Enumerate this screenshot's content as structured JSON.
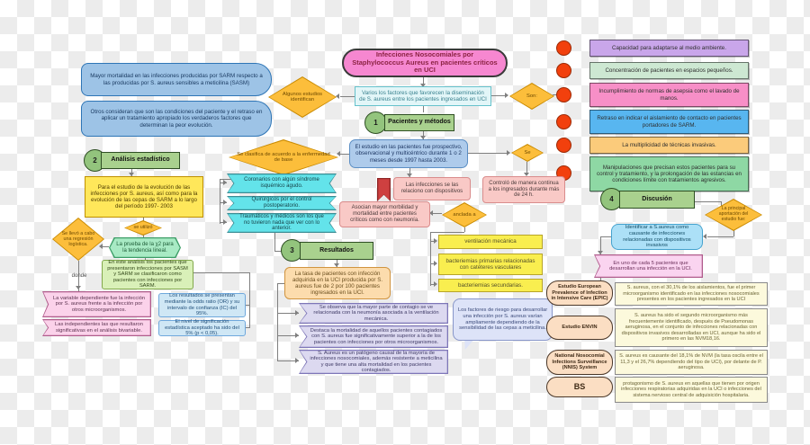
{
  "palette": {
    "diamond_fill": "#fcbe3b",
    "bullet": "#f2400d",
    "section_header": "#a9d18e",
    "title_pink": "#f687d0"
  },
  "title": "Infecciones Nosocomiales por Staphylococcus Aureus en pacientes críticos en UCI",
  "intro": {
    "connector_label": "Algunos estudios identifican",
    "claims": [
      "Mayor mortalidad en las infecciones producidas por SARM respecto a las producidas por S. aureus sensibles a meticilina (SASM)",
      "Otros consideran que son las condiciones del paciente y el retraso en aplicar un tratamiento apropiado los verdaderos factores que determinan la peor evolución."
    ]
  },
  "dissemination": {
    "statement": "Varios los factores que favorecen la diseminación de S. aureus entre los pacientes ingresados en UCI",
    "connector_label": "Son:",
    "factors": [
      {
        "label": "Capacidad para adaptarse al medio ambiente.",
        "color": "#c9a6ea"
      },
      {
        "label": "Concentración de pacientes en espacios pequeños.",
        "color": "#cde8d2"
      },
      {
        "label": "Incumplimiento de normas de asepsia como el lavado de manos.",
        "color": "#f78fc7"
      },
      {
        "label": "Retraso en indicar el aislamiento de contacto en pacientes portadores de SARM.",
        "color": "#58b6f0"
      },
      {
        "label": "La multiplicidad de técnicas invasivas.",
        "color": "#fbcb7b"
      },
      {
        "label": "Manipulaciones que precisan estos pacientes para su control y tratamiento, y la prolongación de las estancias en condiciones límite con tratamientos agresivos.",
        "color": "#8ed8a4"
      }
    ]
  },
  "metodos": {
    "number": "1",
    "label": "Pacientes y métodos",
    "study": "El estudio en las pacientes fue prospectivo, observacional y multicéntrico durante 1 o 2 meses desde 1997 hasta 2003.",
    "connector_se": "Se",
    "control": "Controló de manera continua a los ingresados durante más de 24 h.",
    "clasificacion": {
      "connector": "Se clasifica de acuerdo a la enfermedad de base",
      "grupos": [
        "Coronarios con algún síndrome isquémico agudo.",
        "Quirúrgicos por el control postoperatorio.",
        "Traumáticos y médicos son los que no tuvieron nada que ver con lo anterior."
      ]
    },
    "dispositivos": {
      "nota": "Las infecciones se las relaciono con dispositivos",
      "asociacion": "Asocian mayor morbilidad y mortalidad entre pacientes críticos como con neumonía.",
      "connector": "anclada a",
      "anclajes": [
        "ventilación mecánica",
        "bacteriemias primarias relacionadas con catéteres vasculares",
        "bacteriemias secundarias."
      ]
    }
  },
  "analisis": {
    "number": "2",
    "label": "Análisis estadístico",
    "objetivo": "Para el estudio de la evolución de las infecciones por S. aureus, así como para la evolución de las cepas de SARM a lo largo del período 1997- 2003",
    "connector_utilizo": "se utilizó",
    "prueba": "La prueba de la χ2 para la tendencia lineal.",
    "connector_regresion": "Se llevó a cabo una regresión logística.",
    "nota": "En este análisis los pacientes que presentaron infecciones por SASM y SARM se clasificaron como pacientes con infecciones por SARM.",
    "connector_donde": "donde",
    "variables": [
      "La variable dependiente fue la infección por S. aureus frente a la infección por otros microorganismos.",
      "Las independientes las que resultaron significativas en el análisis bivariable."
    ],
    "estadisticos": [
      "Los resultados se presentan mediante la odds ratio (OR) y su intervalo de confianza (IC) del 95%.",
      "El nivel de significación estadística aceptado ha sido del 5% (p < 0,05)."
    ]
  },
  "resultados": {
    "number": "3",
    "label": "Resultados",
    "tasa": "La tasa de pacientes con infección adquirida en la UCI producida por S. aureus fue de 2 por 100 pacientes ingresados en la UCI.",
    "hallazgos": [
      "Se observa que la mayor parte de contagio se ve relacionada con la neumonía asociada a la ventilación mecánica.",
      "Destaca la mortalidad de aquellos pacientes contagiados con S. aureus fue significativamente superior a la de los pacientes con infecciones por otros microorganismos.",
      "S. Aureus es un patógeno causal de la mayoría de infecciones nosocomiales, además resistente a meticilina y que tiene una alta mortalidad en los pacientes contagiados."
    ],
    "nota_burbuja": "Los factores de riesgo para desarrollar una infección por S. aureus varían ampliamente dependiendo de la sensibilidad de las cepas a meticilina."
  },
  "discusion": {
    "number": "4",
    "label": "Discusión",
    "connector": "La principal aportación del estudio fue:",
    "aportacion": "Identificar a S.aureus como causante de infecciones relacionadas con dispositivos invasivos",
    "frecuencia": "En uno de cada 5 pacientes que desarrollan una infección en la UCI.",
    "estudios": [
      {
        "sigla": "Estudio European Prevalence of Infection in Intensive Care (EPIC)",
        "hallazgo": "S. aureus, con el 30,1% de los aislamientos, fue el primer microorganismo identificado en las infecciones nosocomiales presentes en los pacientes ingresados en la UCI"
      },
      {
        "sigla": "Estudio ENVIN",
        "hallazgo": "S. aureus ha sido el segundo microorganismo más frecuentemente identificado, después de Pseudomonas aeruginosa, en el conjunto de infecciones relacionadas con dispositivos invasivos desarrolladas en UCI, aunque ha sido el primero en las NVM18,16."
      },
      {
        "sigla": "National Nosocomial Infections Surveillance (NNIS) System",
        "hallazgo": "S. aureus es causante del 18,1% de NVM (la tasa oscila entre el 11,3 y el 26,7% dependiendo del tipo de UCI), por delante de P. aeruginosa."
      },
      {
        "sigla": "BS",
        "hallazgo": "protagonismo de S. aureus en aquellas que tienen por origen infecciones respiratorias adquiridas en la UCI o infecciones del sistema nervioso central de adquisición hospitalaria."
      }
    ]
  }
}
